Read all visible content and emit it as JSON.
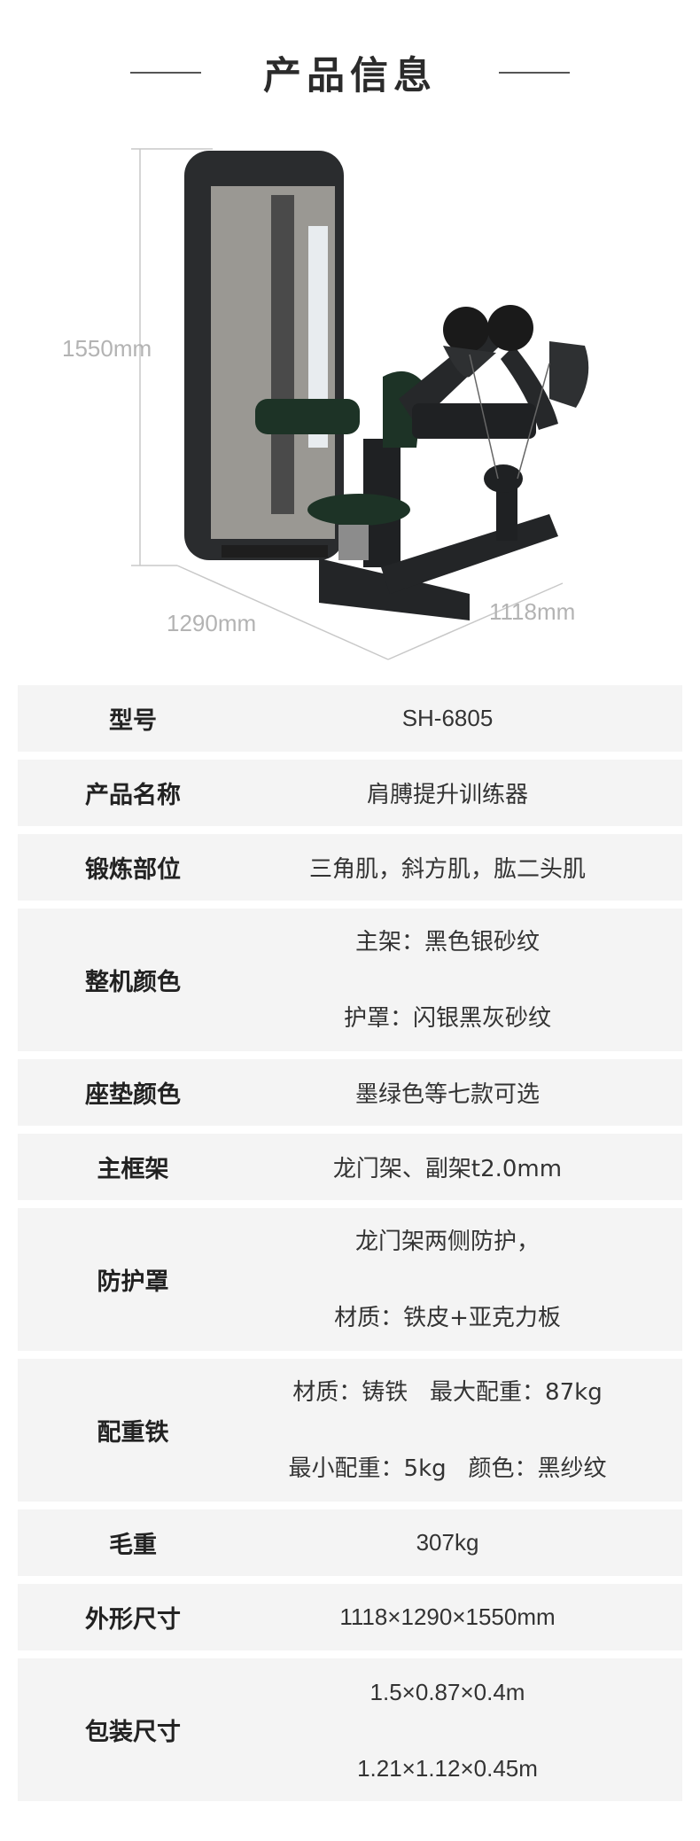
{
  "header": {
    "title": "产品信息"
  },
  "dimensions": {
    "height": "1550mm",
    "depth": "1290mm",
    "width": "1118mm"
  },
  "colors": {
    "row_bg": "#f4f4f4",
    "frame": "#2a2c2e",
    "shroud": "#9a9893",
    "pad": "#1d3326",
    "dim_text": "#b3b3b3"
  },
  "specs": [
    {
      "label": "型号",
      "values": [
        "SH-6805"
      ]
    },
    {
      "label": "产品名称",
      "values": [
        "肩膊提升训练器"
      ]
    },
    {
      "label": "锻炼部位",
      "values": [
        "三角肌，斜方肌，肱二头肌"
      ]
    },
    {
      "label": "整机颜色",
      "values": [
        "主架：黑色银砂纹",
        "护罩：闪银黑灰砂纹"
      ]
    },
    {
      "label": "座垫颜色",
      "values": [
        "墨绿色等七款可选"
      ]
    },
    {
      "label": "主框架",
      "values": [
        "龙门架、副架t2.0mm"
      ]
    },
    {
      "label": "防护罩",
      "values": [
        "龙门架两侧防护，",
        "材质：铁皮+亚克力板"
      ]
    },
    {
      "label": "配重铁",
      "values": [
        "材质：铸铁   最大配重：87kg",
        "最小配重：5kg   颜色：黑纱纹"
      ]
    },
    {
      "label": "毛重",
      "values": [
        "307kg"
      ]
    },
    {
      "label": "外形尺寸",
      "values": [
        "1118×1290×1550mm"
      ]
    },
    {
      "label": "包装尺寸",
      "values": [
        "1.5×0.87×0.4m",
        "1.21×1.12×0.45m"
      ]
    }
  ]
}
